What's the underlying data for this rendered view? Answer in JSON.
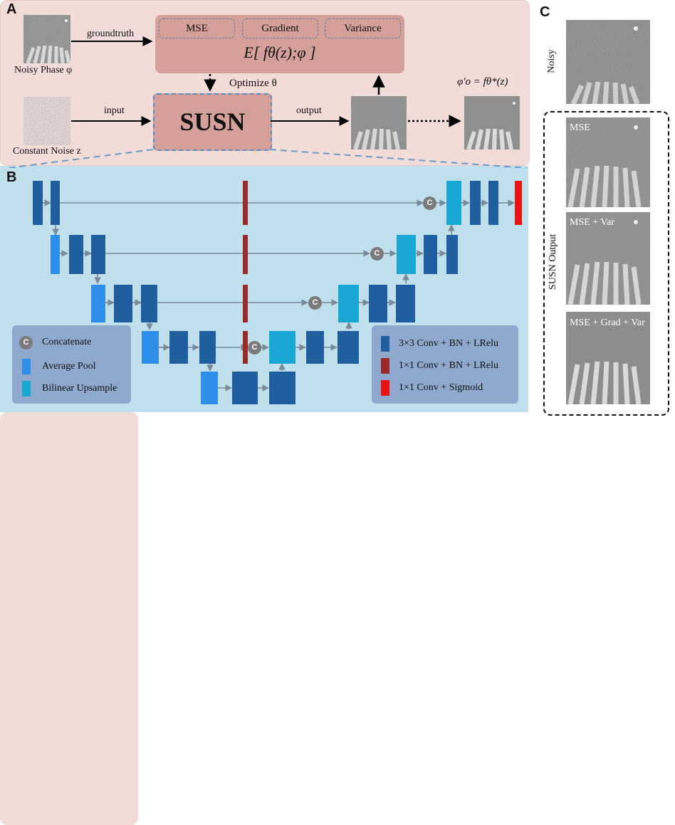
{
  "panels": {
    "a": "A",
    "b": "B",
    "c": "C"
  },
  "panel_a": {
    "loss_items": [
      "MSE",
      "Gradient",
      "Variance"
    ],
    "loss_formula": "E[ fθ(z);φ ]",
    "optimize": "Optimize θ",
    "susn": "SUSN",
    "groundtruth": "groundtruth",
    "input": "input",
    "output": "output",
    "noisy_phase": "Noisy Phase φ",
    "constant_noise": "Constant Noise z",
    "result_formula": "φ'o = fθ*(z)"
  },
  "panel_b": {
    "concat_symbol": "C",
    "legend_left": [
      "Concatenate",
      "Average Pool",
      "Bilinear Upsample"
    ],
    "legend_right": [
      "3×3 Conv + BN + LRelu",
      "1×1 Conv + BN + LRelu",
      "1×1 Conv + Sigmoid"
    ]
  },
  "panel_c": {
    "noisy": "Noisy",
    "susn_output": "SUSN Output",
    "outputs": [
      "MSE",
      "MSE + Var",
      "MSE + Grad + Var"
    ]
  },
  "colors": {
    "conv3x3": "#1f5fa0",
    "conv1x1": "#9a2a2a",
    "sigmoid": "#ee1111",
    "avgpool": "#2e8fe8",
    "upsample": "#19a8d4",
    "panel_a_bg": "#f2dcd8",
    "panel_b_bg": "#bfe0ec",
    "node": "#7b7b7b"
  }
}
